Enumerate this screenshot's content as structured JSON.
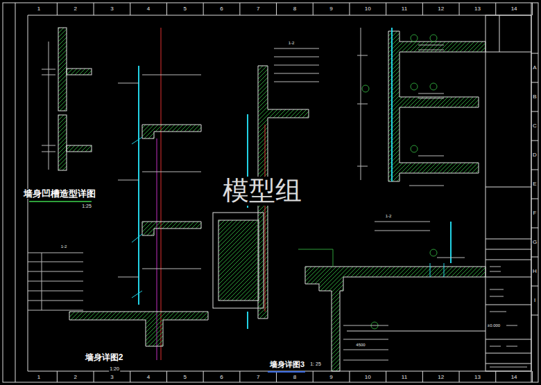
{
  "diagram": {
    "labels": [
      "1",
      "2",
      "3",
      "4",
      "5",
      "6",
      "7",
      "8",
      "9",
      "10",
      "11",
      "12",
      "13",
      "14",
      "1",
      "2",
      "3",
      "4",
      "5",
      "6",
      "7",
      "8",
      "9",
      "10",
      "11",
      "12",
      "13",
      "14",
      "A",
      "B",
      "C",
      "D",
      "E",
      "F",
      "G",
      "H",
      "I",
      "墙身凹槽造型详图",
      "1:25",
      "墙身详图2",
      "1:20",
      "墙身详图3",
      "1: 25",
      "±0.000",
      "4500",
      "1-2",
      "1-2",
      "1-2",
      "模型组"
    ]
  }
}
